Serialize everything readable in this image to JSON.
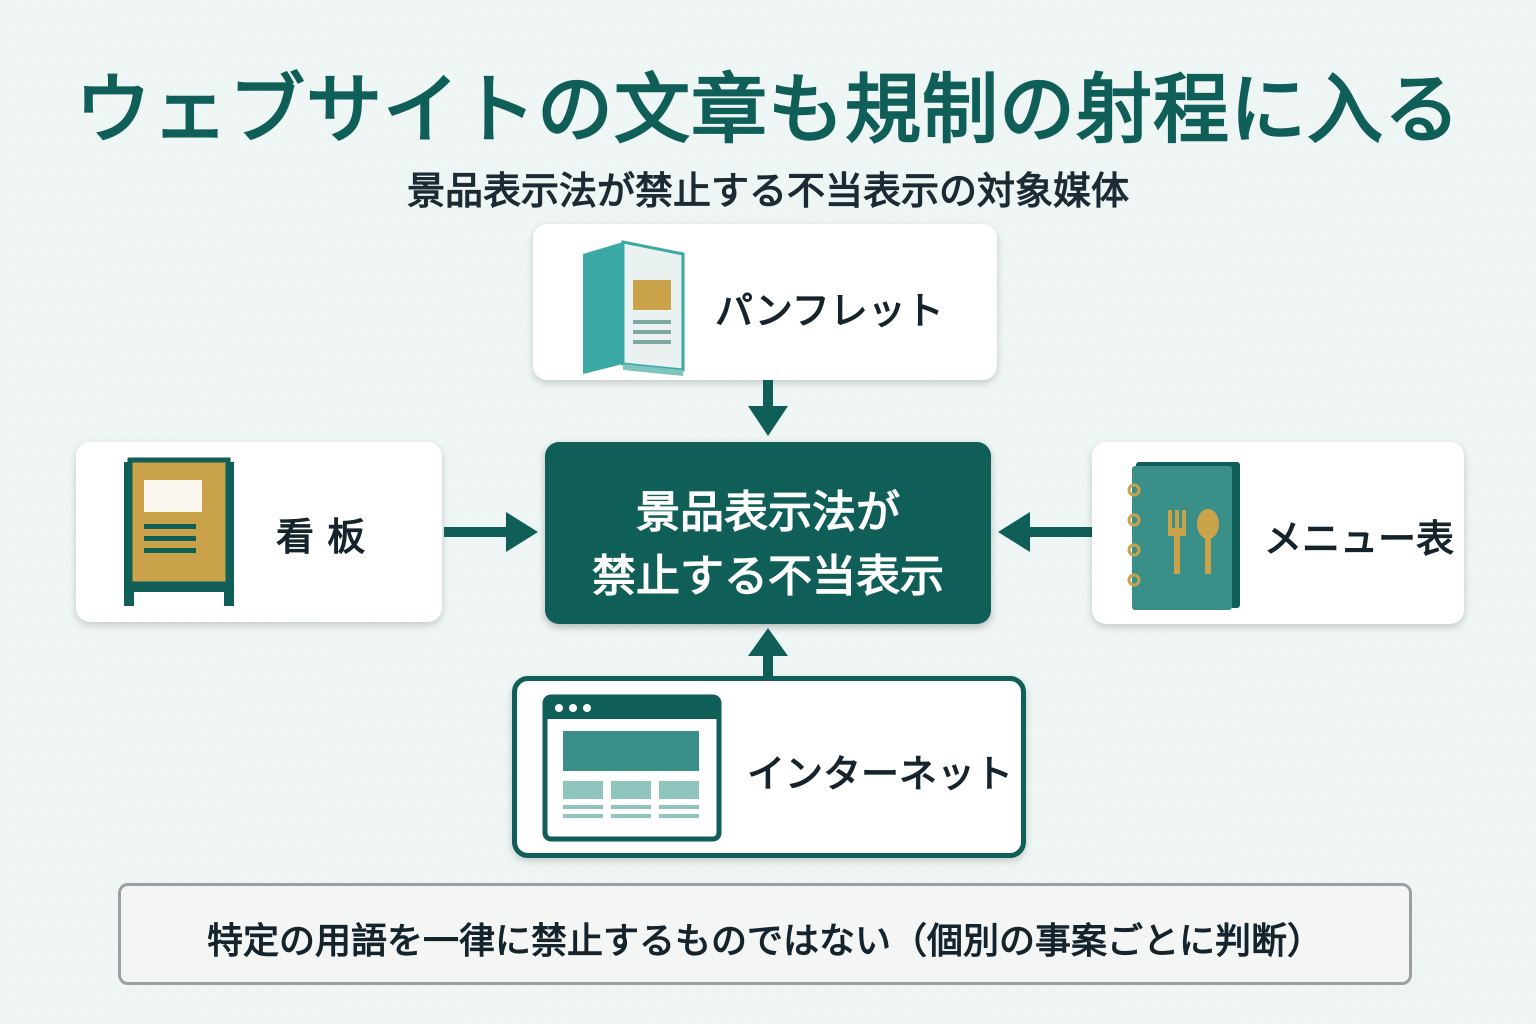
{
  "title": "ウェブサイトの文章も規制の射程に入る",
  "subtitle": "景品表示法が禁止する不当表示の対象媒体",
  "center": {
    "line1": "景品表示法が",
    "line2": "禁止する不当表示"
  },
  "media": {
    "top": {
      "label": "パンフレット",
      "icon": "pamphlet-icon"
    },
    "left": {
      "label": "看 板",
      "icon": "signboard-icon"
    },
    "right": {
      "label": "メニュー表",
      "icon": "menu-book-icon"
    },
    "bottom": {
      "label": "インターネット",
      "icon": "browser-window-icon"
    }
  },
  "note": "特定の用語を一律に禁止するものではない（個別の事案ごとに判断）",
  "colors": {
    "primary": "#0f5e58",
    "teal": "#3aa9a3",
    "gold": "#c9a24a",
    "text": "#15232c"
  }
}
